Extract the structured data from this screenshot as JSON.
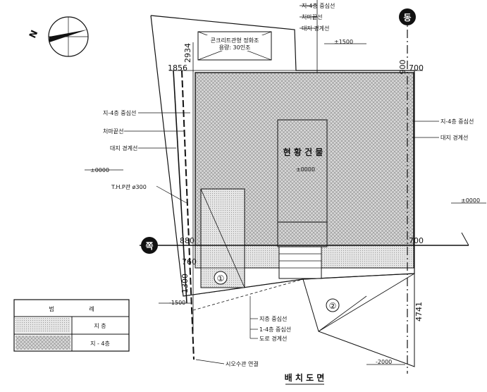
{
  "labels": {
    "top_center_line": "지-4층 중심선",
    "top_eaves": "처마끝선",
    "top_boundary": "대지 경계선",
    "top_level": "±1500",
    "left_center_line": "지-4층 중심선",
    "left_eaves": "처마끝선",
    "left_boundary": "대지 경계선",
    "left_level": "±0000",
    "thp": "T.H.P관 ø300",
    "right_center_line": "지-4층 중심선",
    "right_boundary": "대지 경계선",
    "right_level": "±0000",
    "building_name": "현 황 건 물",
    "center_level": "±0000",
    "concrete_box_line1": "콘크리트관형 정화조",
    "concrete_box_line2": "용량: 30인조",
    "lower_left_level": "-1500",
    "bottom_center_line": "지층 중심선",
    "bottom_floor_line": "1-4층 중심선",
    "bottom_road": "도로 경계선",
    "bottom_pipe": "시오수관 연결",
    "bottom_level": "-2000",
    "title": "배 치 도 면"
  },
  "axes": {
    "north": "동",
    "west": "쪽"
  },
  "markers": {
    "one": "①",
    "two": "②"
  },
  "dimensions": {
    "top_left_vertical": "2934",
    "top_left_horizontal": "1856",
    "top_right": "700",
    "mid_left": "880",
    "mid_right": "700",
    "left_small": "760",
    "left_lower_vertical": "1300",
    "right_lower_vertical": "4741",
    "top_right_vertical": "900"
  },
  "legend": {
    "header_col1": "범",
    "header_col2": "례",
    "row1": "지   층",
    "row2": "지 - 4층"
  }
}
